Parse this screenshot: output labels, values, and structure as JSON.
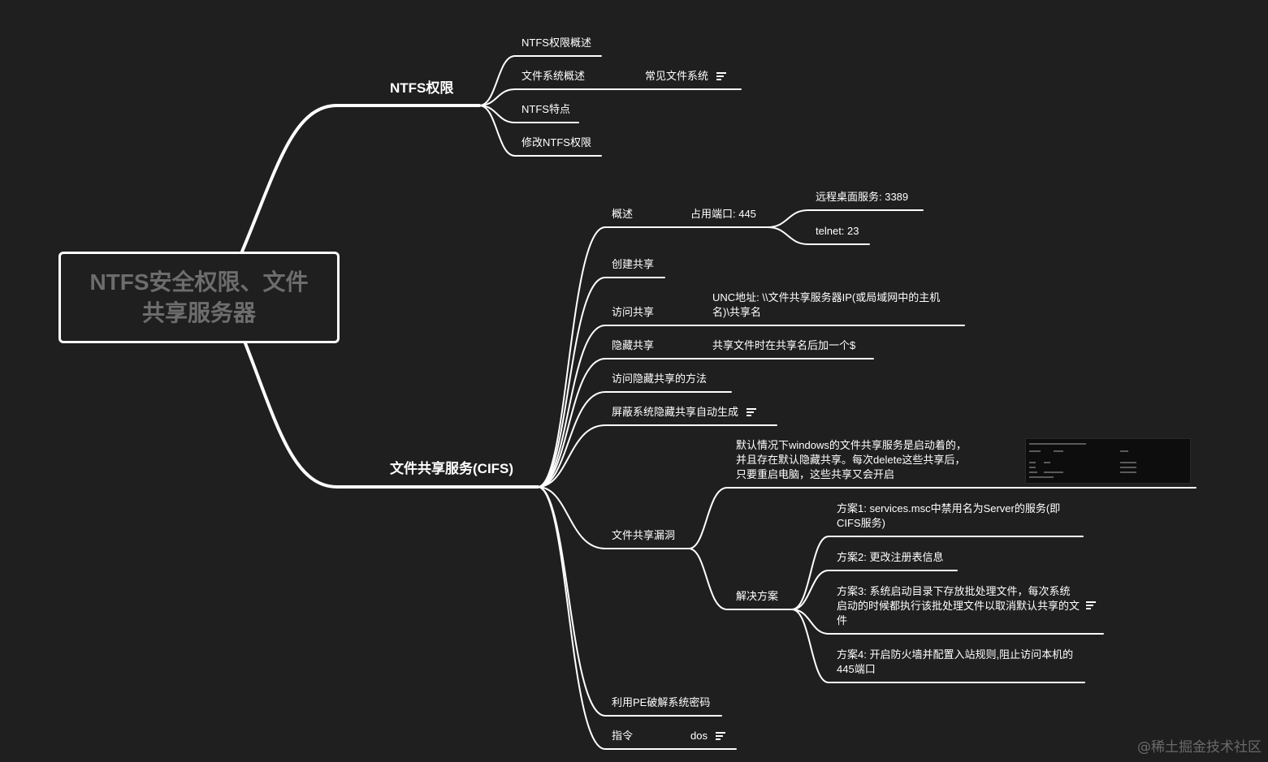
{
  "root": {
    "title": "NTFS安全权限、文件共享服务器"
  },
  "branches": {
    "ntfs": {
      "label": "NTFS权限"
    },
    "cifs": {
      "label": "文件共享服务(CIFS)"
    }
  },
  "ntfs_children": {
    "overview": "NTFS权限概述",
    "fs_overview": "文件系统概述",
    "fs_common": "常见文件系统",
    "features": "NTFS特点",
    "modify": "修改NTFS权限"
  },
  "cifs_children": {
    "overview": "概述",
    "port": "占用端口: 445",
    "rdp": "远程桌面服务: 3389",
    "telnet": "telnet: 23",
    "create": "创建共享",
    "access": "访问共享",
    "unc": "UNC地址: \\\\文件共享服务器IP(或局域网中的主机名)\\共享名",
    "hidden": "隐藏共享",
    "hidden_desc": "共享文件时在共享名后加一个$",
    "access_hidden": "访问隐藏共享的方法",
    "block": "屏蔽系统隐藏共享自动生成",
    "vuln": "文件共享漏洞",
    "vuln_desc": "默认情况下windows的文件共享服务是启动着的，并且存在默认隐藏共享。每次delete这些共享后，只要重启电脑，这些共享又会开启",
    "solution": "解决方案",
    "sol1": "方案1: services.msc中禁用名为Server的服务(即CIFS服务)",
    "sol2": "方案2: 更改注册表信息",
    "sol3": "方案3: 系统启动目录下存放批处理文件，每次系统启动的时候都执行该批处理文件以取消默认共享的文件",
    "sol4": "方案4: 开启防火墙并配置入站规则,阻止访问本机的445端口",
    "pe": "利用PE破解系统密码",
    "cmd": "指令",
    "dos": "dos"
  },
  "icons": {
    "note": "note-lines-icon",
    "thumbnail": "screenshot-thumbnail"
  },
  "watermark": "@稀土掘金技术社区",
  "colors": {
    "background": "#1f1f1f",
    "line": "#ffffff",
    "root_text": "#6d6d6d"
  }
}
